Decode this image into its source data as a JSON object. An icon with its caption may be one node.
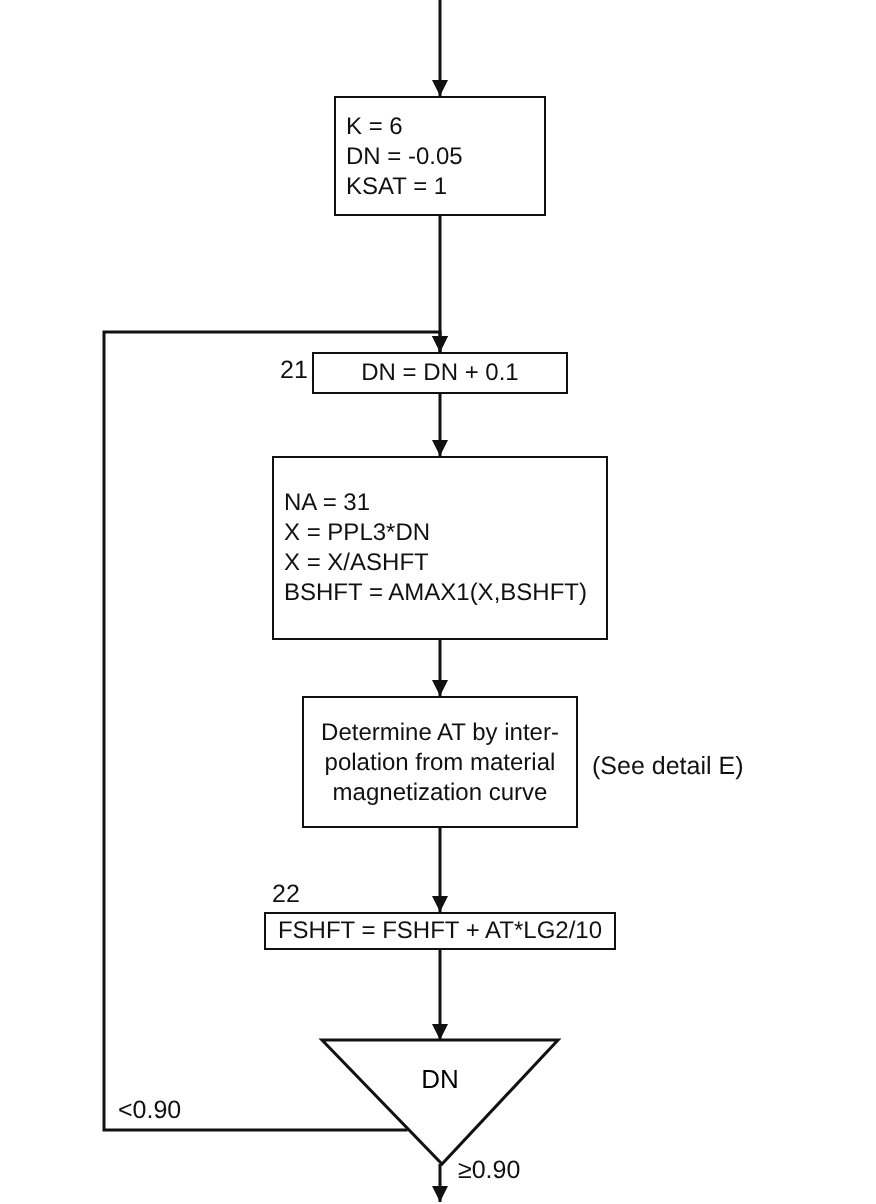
{
  "diagram": {
    "nodes": [
      {
        "text": [
          "K = 6",
          "DN = -0.05",
          "KSAT = 1"
        ]
      },
      {
        "text": [
          "DN = DN + 0.1"
        ],
        "beside": [
          "21"
        ]
      },
      {
        "text": [
          "NA = 31",
          "X = PPL3*DN",
          "X = X/ASHFT",
          "BSHFT = AMAX1(X,BSHFT)"
        ]
      },
      {
        "text": [
          "Determine AT by inter- polation from material magnetization curve"
        ],
        "beside": [
          "(See detail E)"
        ]
      },
      {
        "text": [
          "FSHFT = FSHFT + AT*LG2/10"
        ],
        "beside": [
          "22"
        ]
      },
      {
        "text": [
          "DN"
        ]
      }
    ],
    "edges": [
      {
        "from": null,
        "to": 0,
        "arrow": "to"
      },
      {
        "from": 0,
        "to": 1,
        "arrow": "to"
      },
      {
        "from": 5,
        "to": 1,
        "arrow": "to",
        "label": "<0.90"
      },
      {
        "from": 1,
        "to": 2,
        "arrow": "to"
      },
      {
        "from": 2,
        "to": 3,
        "arrow": "to"
      },
      {
        "from": 3,
        "to": 4,
        "arrow": "to"
      },
      {
        "from": 4,
        "to": 5,
        "arrow": "to"
      },
      {
        "from": 5,
        "to": null,
        "arrow": "to",
        "label": "≥0.90"
      }
    ]
  }
}
